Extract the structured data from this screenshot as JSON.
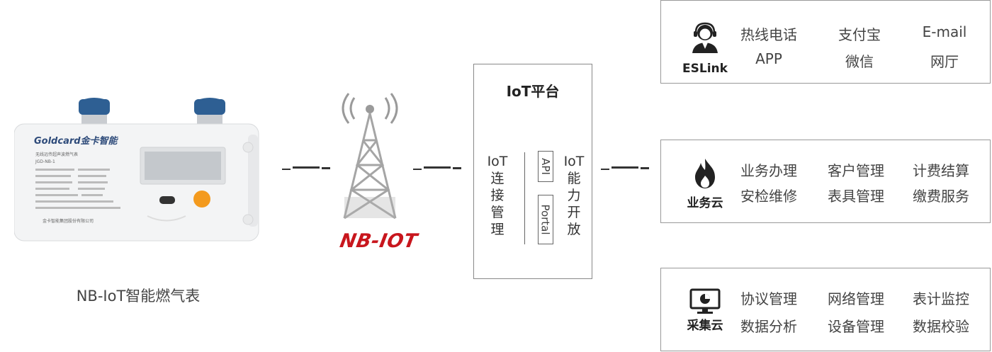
{
  "meter": {
    "caption": "NB-IoT智能燃气表",
    "brand": "Goldcard金卡智能",
    "label_line1": "无线远传超声波燃气表",
    "label_code": "JGD-NB-1",
    "footer": "金卡智能集团股份有限公司"
  },
  "network": {
    "logo": "NB-IOT"
  },
  "platform": {
    "title": "IoT平台",
    "left_col": [
      "IoT",
      "连",
      "接",
      "管",
      "理"
    ],
    "right_col": [
      "IoT",
      "能",
      "力",
      "开",
      "放"
    ],
    "api": "API",
    "portal": "Portal"
  },
  "panels": [
    {
      "name": "ESLink",
      "icon": "customer-service-agent-icon",
      "items": [
        "热线电话",
        "支付宝",
        "E-mail",
        "APP",
        "微信",
        "网厅"
      ]
    },
    {
      "name": "业务云",
      "icon": "flame-icon",
      "items": [
        "业务办理",
        "客户管理",
        "计费结算",
        "安检维修",
        "表具管理",
        "缴费服务"
      ]
    },
    {
      "name": "采集云",
      "icon": "monitor-chart-icon",
      "items": [
        "协议管理",
        "网络管理",
        "表计监控",
        "数据分析",
        "设备管理",
        "数据校验"
      ]
    }
  ],
  "colors": {
    "accent_red": "#c8161d",
    "cap_blue": "#2e5f93",
    "button_orange": "#f39a1e",
    "tower_gray": "#9a9a9a"
  }
}
